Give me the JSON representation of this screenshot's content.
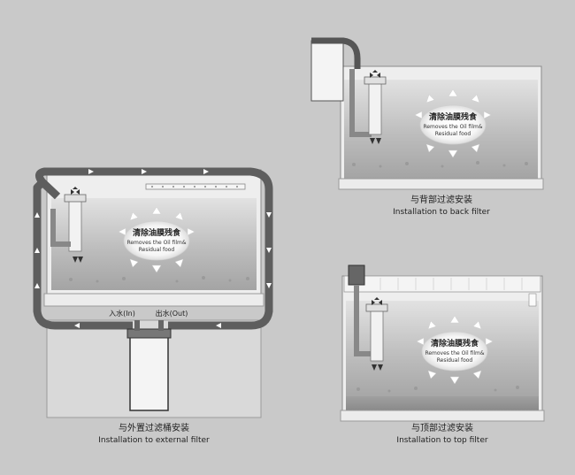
{
  "panels": {
    "external": {
      "caption_zh": "与外置过滤桶安装",
      "caption_en": "Installation to external filter",
      "bubble_zh": "清除油膜残食",
      "bubble_en_1": "Removes the Oil film&",
      "bubble_en_2": "Residual food",
      "label_in": "入水(In)",
      "label_out": "出水(Out)"
    },
    "back": {
      "caption_zh": "与背部过滤安装",
      "caption_en": "Installation to back filter",
      "bubble_zh": "清除油膜残食",
      "bubble_en_1": "Removes the Oil film&",
      "bubble_en_2": "Residual food"
    },
    "top": {
      "caption_zh": "与顶部过滤安装",
      "caption_en": "Installation to top filter",
      "bubble_zh": "清除油膜残食",
      "bubble_en_1": "Removes the Oil film&",
      "bubble_en_2": "Residual food"
    }
  },
  "colors": {
    "background": "#c9c9c9",
    "tank_glass": "#eeeeee",
    "water": "#b8b8b8",
    "hose": "#5e5e5e",
    "stand": "#d9d9d9"
  }
}
